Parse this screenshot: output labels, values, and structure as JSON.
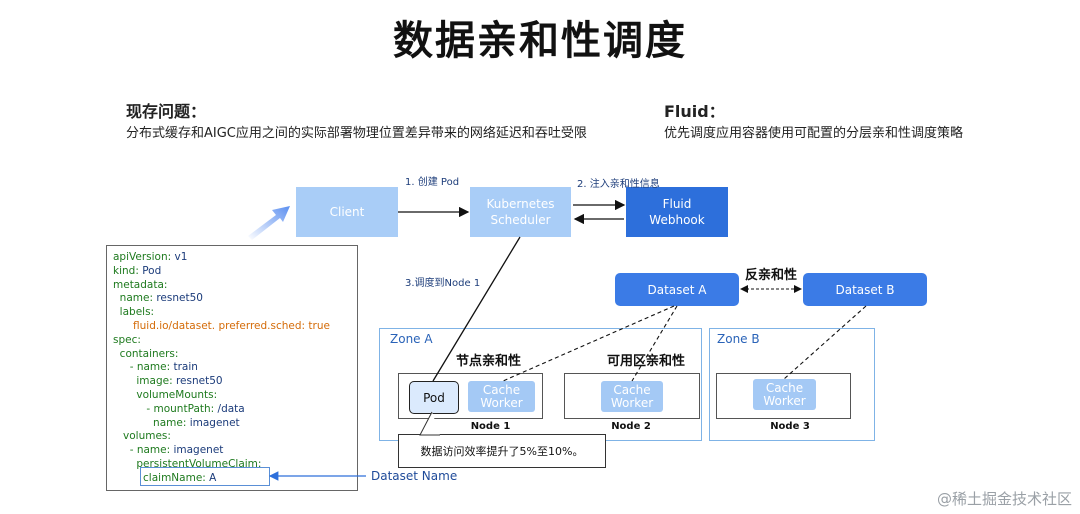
{
  "title": "数据亲和性调度",
  "problem": {
    "heading": "现存问题：",
    "text": "分布式缓存和AIGC应用之间的实际部署物理位置差异带来的网络延迟和吞吐受限"
  },
  "fluid": {
    "heading": "Fluid：",
    "text": "优先调度应用容器使用可配置的分层亲和性调度策略"
  },
  "boxes": {
    "client": "Client",
    "scheduler": [
      "Kubernetes",
      "Scheduler"
    ],
    "webhook": [
      "Fluid",
      "Webhook"
    ],
    "dataset_a": "Dataset A",
    "dataset_b": "Dataset B",
    "pod": "Pod",
    "cache_worker": [
      "Cache",
      "Worker"
    ]
  },
  "edges": {
    "create_pod": "1. 创建 Pod",
    "inject_affinity": "2. 注入亲和性信息",
    "schedule_node1": "3.调度到Node 1",
    "dataset_name": "Dataset Name"
  },
  "affinity": {
    "anti": "反亲和性",
    "node": "节点亲和性",
    "zone": "可用区亲和性"
  },
  "zones": {
    "a": "Zone A",
    "b": "Zone B"
  },
  "nodes": {
    "n1": "Node 1",
    "n2": "Node 2",
    "n3": "Node 3"
  },
  "callout": "数据访问效率提升了5%至10%。",
  "yaml": [
    {
      "k": "apiVersion: ",
      "v": "v1"
    },
    {
      "k": "kind: ",
      "v": "Pod"
    },
    {
      "k": "metadata:",
      "v": ""
    },
    {
      "k": "  name: ",
      "v": "resnet50"
    },
    {
      "k": "  labels:",
      "v": ""
    },
    {
      "k": "",
      "v": "",
      "o": "      fluid.io/dataset. preferred.sched: true"
    },
    {
      "k": "spec:",
      "v": ""
    },
    {
      "k": "  containers:",
      "v": ""
    },
    {
      "k": "     - name: ",
      "v": "train"
    },
    {
      "k": "       image: ",
      "v": "resnet50"
    },
    {
      "k": "       volumeMounts:",
      "v": ""
    },
    {
      "k": "          - mountPath: ",
      "v": "/data"
    },
    {
      "k": "            name: ",
      "v": "imagenet"
    },
    {
      "k": "   volumes:",
      "v": ""
    },
    {
      "k": "     - name: ",
      "v": "imagenet"
    },
    {
      "k": "       persistentVolumeClaim:",
      "v": ""
    },
    {
      "k": "         claimName: ",
      "v": "A"
    }
  ],
  "colors": {
    "light_box": "#a9cdf7",
    "dark_box": "#2d6fdb",
    "dataset": "#3b7be6",
    "zone_border": "#7fb3e6",
    "yaml_key": "#1e7a1e",
    "yaml_value": "#1b3b7a",
    "yaml_label_value": "#d46b08"
  },
  "watermark": "@稀土掘金技术社区"
}
